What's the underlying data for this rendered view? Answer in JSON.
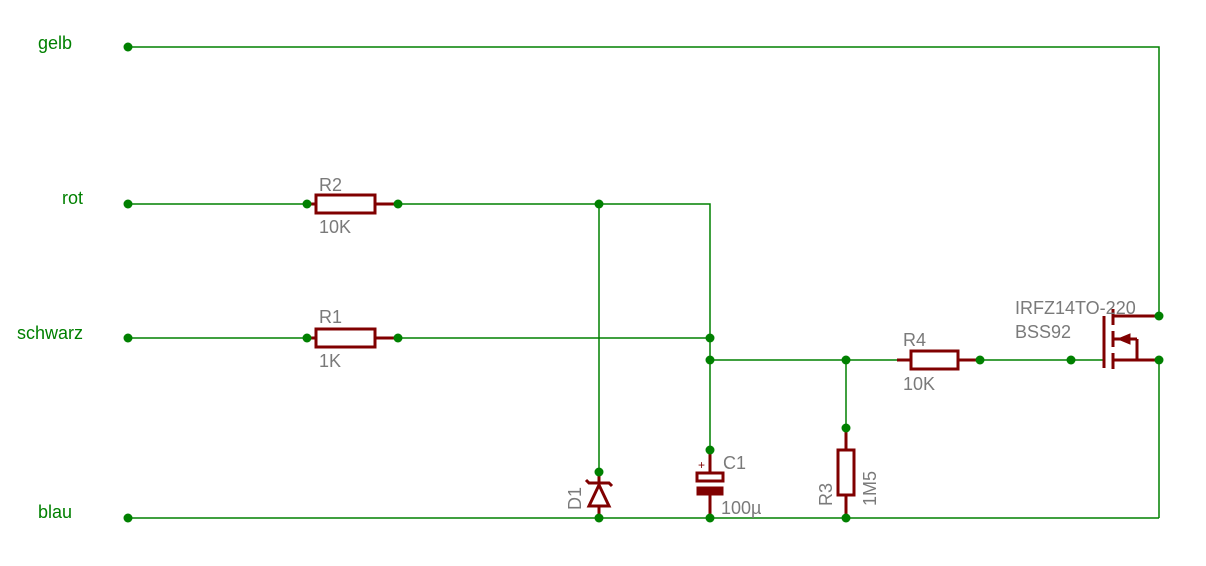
{
  "nets": {
    "gelb": "gelb",
    "rot": "rot",
    "schwarz": "schwarz",
    "blau": "blau"
  },
  "components": {
    "r1": {
      "name": "R1",
      "value": "1K"
    },
    "r2": {
      "name": "R2",
      "value": "10K"
    },
    "r3": {
      "name": "R3",
      "value": "1M5"
    },
    "r4": {
      "name": "R4",
      "value": "10K"
    },
    "c1": {
      "name": "C1",
      "value": "100µ",
      "polarity": "+"
    },
    "d1": {
      "name": "D1"
    },
    "q1": {
      "name": "IRFZ14TO-220",
      "value": "BSS92"
    }
  },
  "colors": {
    "wire": "#008000",
    "component": "#800000",
    "label": "#7a7a7a"
  }
}
